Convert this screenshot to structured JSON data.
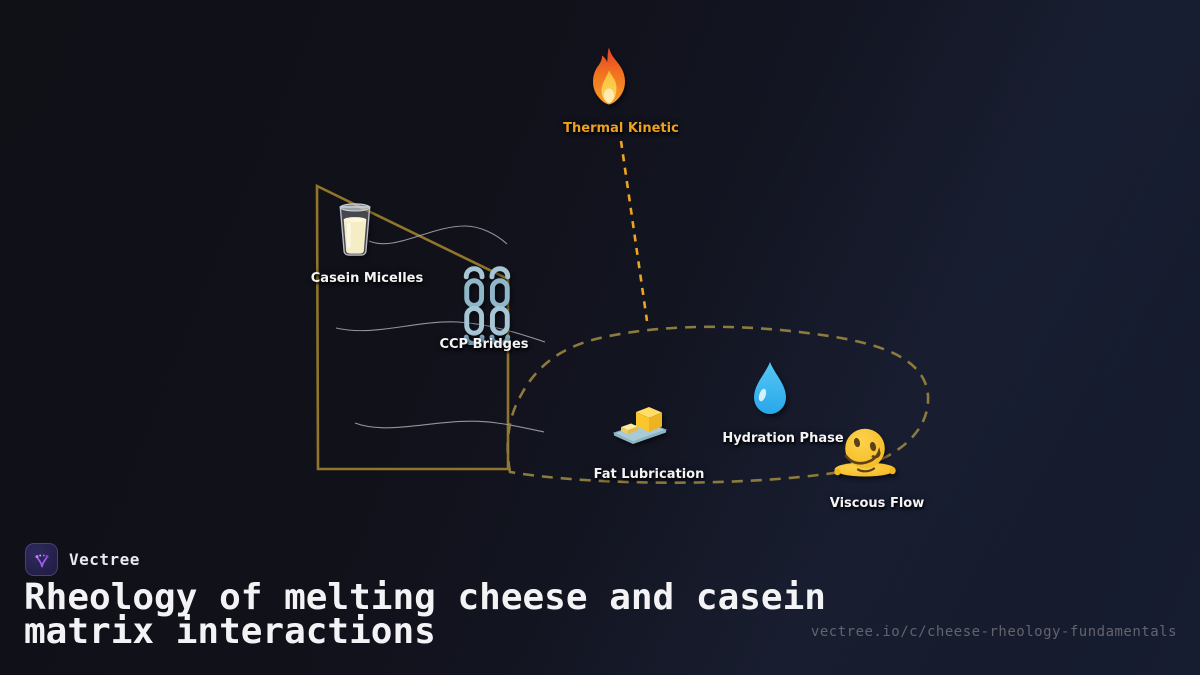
{
  "nodes": [
    {
      "label": "Thermal Kinetic",
      "icon": "fire-icon",
      "label_color": "#eda11e"
    },
    {
      "label": "Casein Micelles",
      "icon": "milk-glass-icon",
      "label_color": "#f4f4f6"
    },
    {
      "label": "CCP Bridges",
      "icon": "chains-icon",
      "label_color": "#f4f4f6"
    },
    {
      "label": "Fat Lubrication",
      "icon": "butter-icon",
      "label_color": "#f4f4f6"
    },
    {
      "label": "Hydration Phase",
      "icon": "water-drop-icon",
      "label_color": "#f4f4f6"
    },
    {
      "label": "Viscous Flow",
      "icon": "melting-face-icon",
      "label_color": "#f4f4f6"
    }
  ],
  "shapes": {
    "casein_matrix_outline_color": "#90752a",
    "melt_zone_outline_color": "#8b7b3d",
    "thermal_link_color": "#eca421",
    "flow_line_color": "#a8adb5"
  },
  "footer": {
    "brand": "Vectree",
    "title": "Rheology of melting cheese and casein matrix interactions",
    "url": "vectree.io/c/cheese-rheology-fundamentals"
  },
  "background": {
    "from": "#101017",
    "to": "#171d31"
  }
}
